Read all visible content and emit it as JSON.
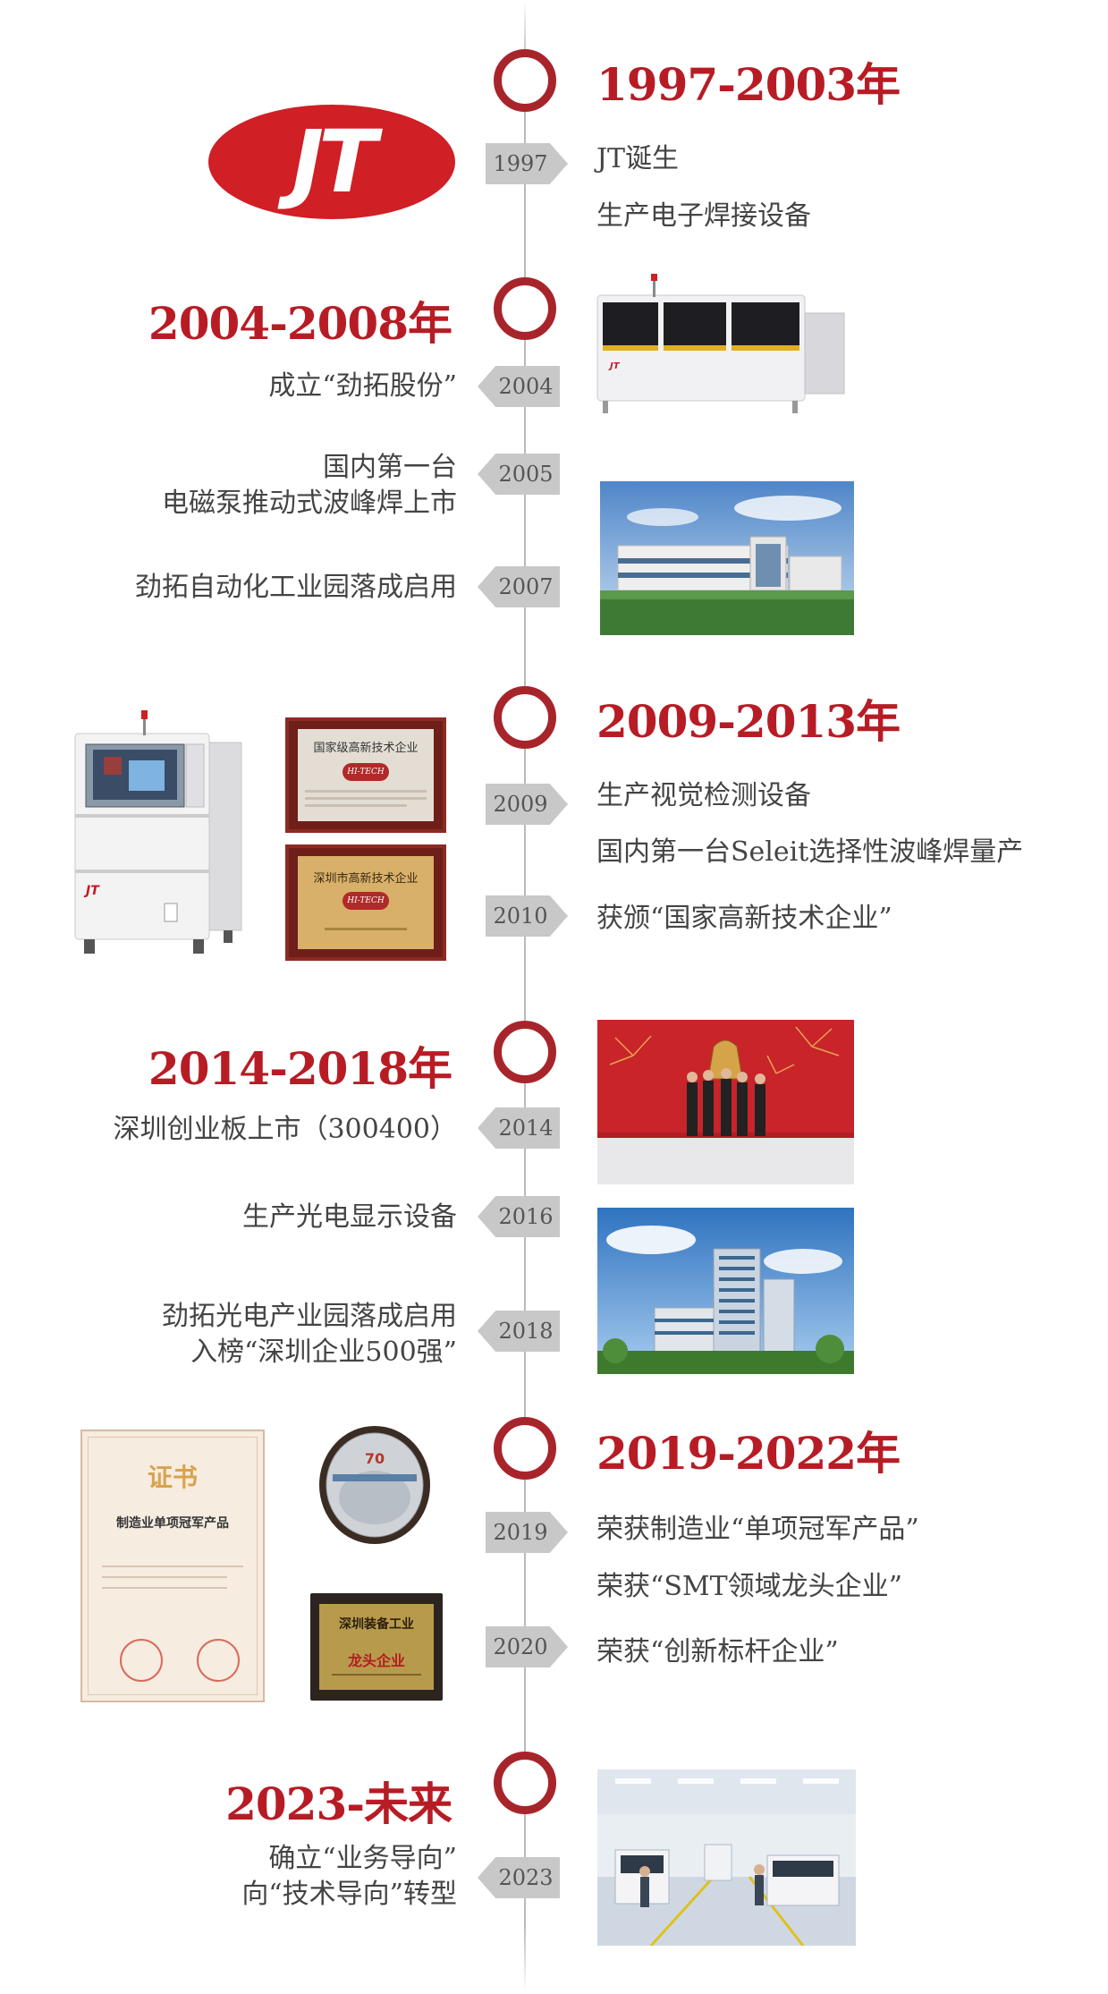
{
  "brand": {
    "logo_text": "JT",
    "accent": "#b71c25",
    "ring": "#a8242b",
    "tag_bg": "#c8c8c8"
  },
  "sections": [
    {
      "period": "1997-2003年",
      "events": [
        {
          "year": "1997",
          "lines": [
            "JT诞生",
            "生产电子焊接设备"
          ]
        }
      ]
    },
    {
      "period": "2004-2008年",
      "events": [
        {
          "year": "2004",
          "lines": [
            "成立“劲拓股份”"
          ]
        },
        {
          "year": "2005",
          "lines": [
            "国内第一台",
            "电磁泵推动式波峰焊上市"
          ]
        },
        {
          "year": "2007",
          "lines": [
            "劲拓自动化工业园落成启用"
          ]
        }
      ]
    },
    {
      "period": "2009-2013年",
      "events": [
        {
          "year": "2009",
          "lines": [
            "生产视觉检测设备",
            "国内第一台Seleit选择性波峰焊量产"
          ]
        },
        {
          "year": "2010",
          "lines": [
            "获颁“国家高新技术企业”"
          ]
        }
      ],
      "certificates": [
        {
          "title": "国家级高新技术企业",
          "badge": "HI-TECH"
        },
        {
          "title": "深圳市高新技术企业",
          "badge": "HI-TECH"
        }
      ]
    },
    {
      "period": "2014-2018年",
      "events": [
        {
          "year": "2014",
          "lines": [
            "深圳创业板上市（300400）"
          ]
        },
        {
          "year": "2016",
          "lines": [
            "生产光电显示设备"
          ]
        },
        {
          "year": "2018",
          "lines": [
            "劲拓光电产业园落成启用",
            "入榜“深圳企业500强”"
          ]
        }
      ]
    },
    {
      "period": "2019-2022年",
      "events": [
        {
          "year": "2019",
          "lines": [
            "荣获制造业“单项冠军产品”",
            "荣获“SMT领域龙头企业”"
          ]
        },
        {
          "year": "2020",
          "lines": [
            "荣获“创新标杆企业”"
          ]
        }
      ],
      "certificates": [
        {
          "title": "证书",
          "subtitle": "制造业单项冠军产品"
        },
        {
          "title": "深圳装备工业",
          "badge": "龙头企业"
        }
      ]
    },
    {
      "period": "2023-未来",
      "events": [
        {
          "year": "2023",
          "lines": [
            "确立“业务导向”",
            "向“技术导向”转型"
          ]
        }
      ]
    }
  ]
}
